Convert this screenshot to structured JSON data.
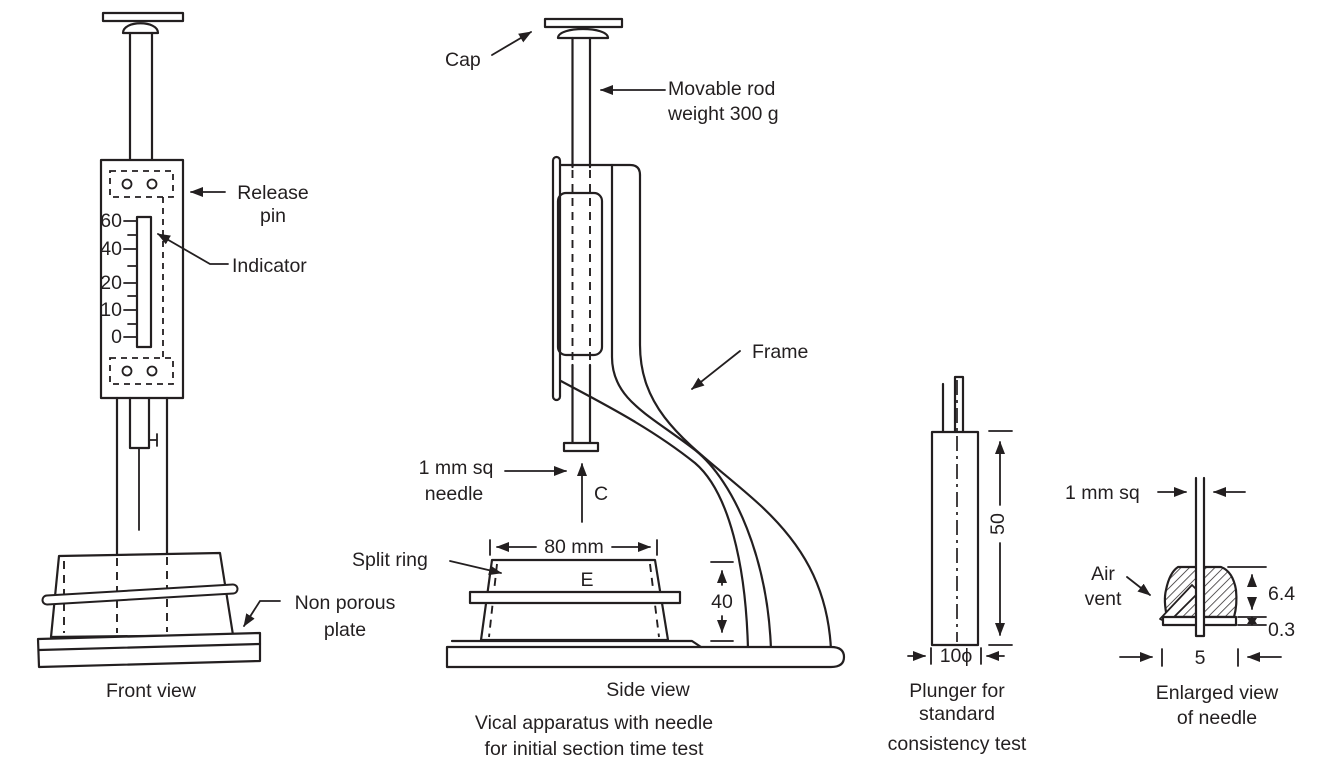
{
  "colors": {
    "line": "#231f20",
    "background": "#ffffff"
  },
  "front_view": {
    "caption": "Front view",
    "release_pin_label_1": "Release",
    "release_pin_label_2": "pin",
    "indicator_label": "Indicator",
    "non_porous_plate_label_1": "Non porous",
    "non_porous_plate_label_2": "plate",
    "scale": {
      "t60": "60",
      "t40": "40",
      "t20": "20",
      "t10": "10",
      "t0": "0"
    }
  },
  "side_view": {
    "caption": "Side view",
    "subcaption_1": "Vical apparatus with needle",
    "subcaption_2": "for initial section time test",
    "cap_label": "Cap",
    "movable_rod_label_1": "Movable rod",
    "movable_rod_label_2": "weight 300 g",
    "frame_label": "Frame",
    "needle_label_1": "1 mm sq",
    "needle_label_2": "needle",
    "point_label": "C",
    "split_ring_label": "Split ring",
    "mould_label": "E",
    "dim_ring_width": "80 mm",
    "dim_ring_height": "40"
  },
  "plunger": {
    "caption_1": "Plunger for",
    "caption_2": "standard",
    "caption_3": "consistency test",
    "dim_length": "50",
    "dim_diameter": "10ϕ"
  },
  "needle_detail": {
    "caption_1": "Enlarged view",
    "caption_2": "of needle",
    "size_label": "1 mm sq",
    "air_vent_label_1": "Air",
    "air_vent_label_2": "vent",
    "dim_collar": "6.4",
    "dim_plate": "0.3",
    "dim_width": "5"
  }
}
